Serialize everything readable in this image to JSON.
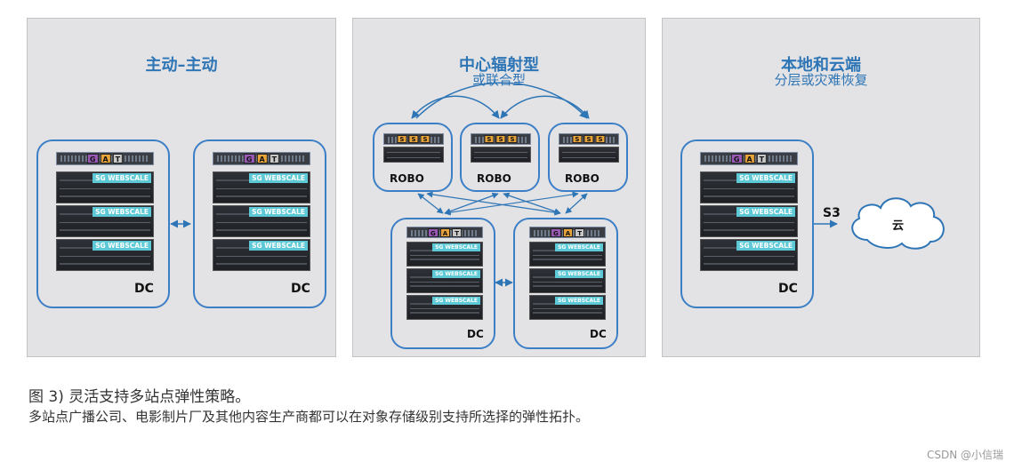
{
  "panels": {
    "left": {
      "title": "主动–主动"
    },
    "middle": {
      "title": "中心辐射型",
      "subtitle": "或联合型"
    },
    "right": {
      "title": "本地和云端",
      "subtitle": "分层或灾难恢复"
    }
  },
  "labels": {
    "dc": "DC",
    "robo": "ROBO",
    "s3": "S3",
    "cloud": "云",
    "webscale": "SG WEBSCALE",
    "badge_g": "G",
    "badge_a": "A",
    "badge_t": "T",
    "badge_s": "S"
  },
  "caption": {
    "title": "图 3) 灵活支持多站点弹性策略。",
    "body": "多站点广播公司、电影制片厂及其他内容生产商都可以在对象存储级别支持所选择的弹性拓扑。"
  },
  "watermark": "CSDN @小信瑞",
  "colors": {
    "accent": "#2e75b6",
    "site_border": "#3c7fc6",
    "panel_bg": "#e3e3e5",
    "tag": "#5ec9d6"
  }
}
